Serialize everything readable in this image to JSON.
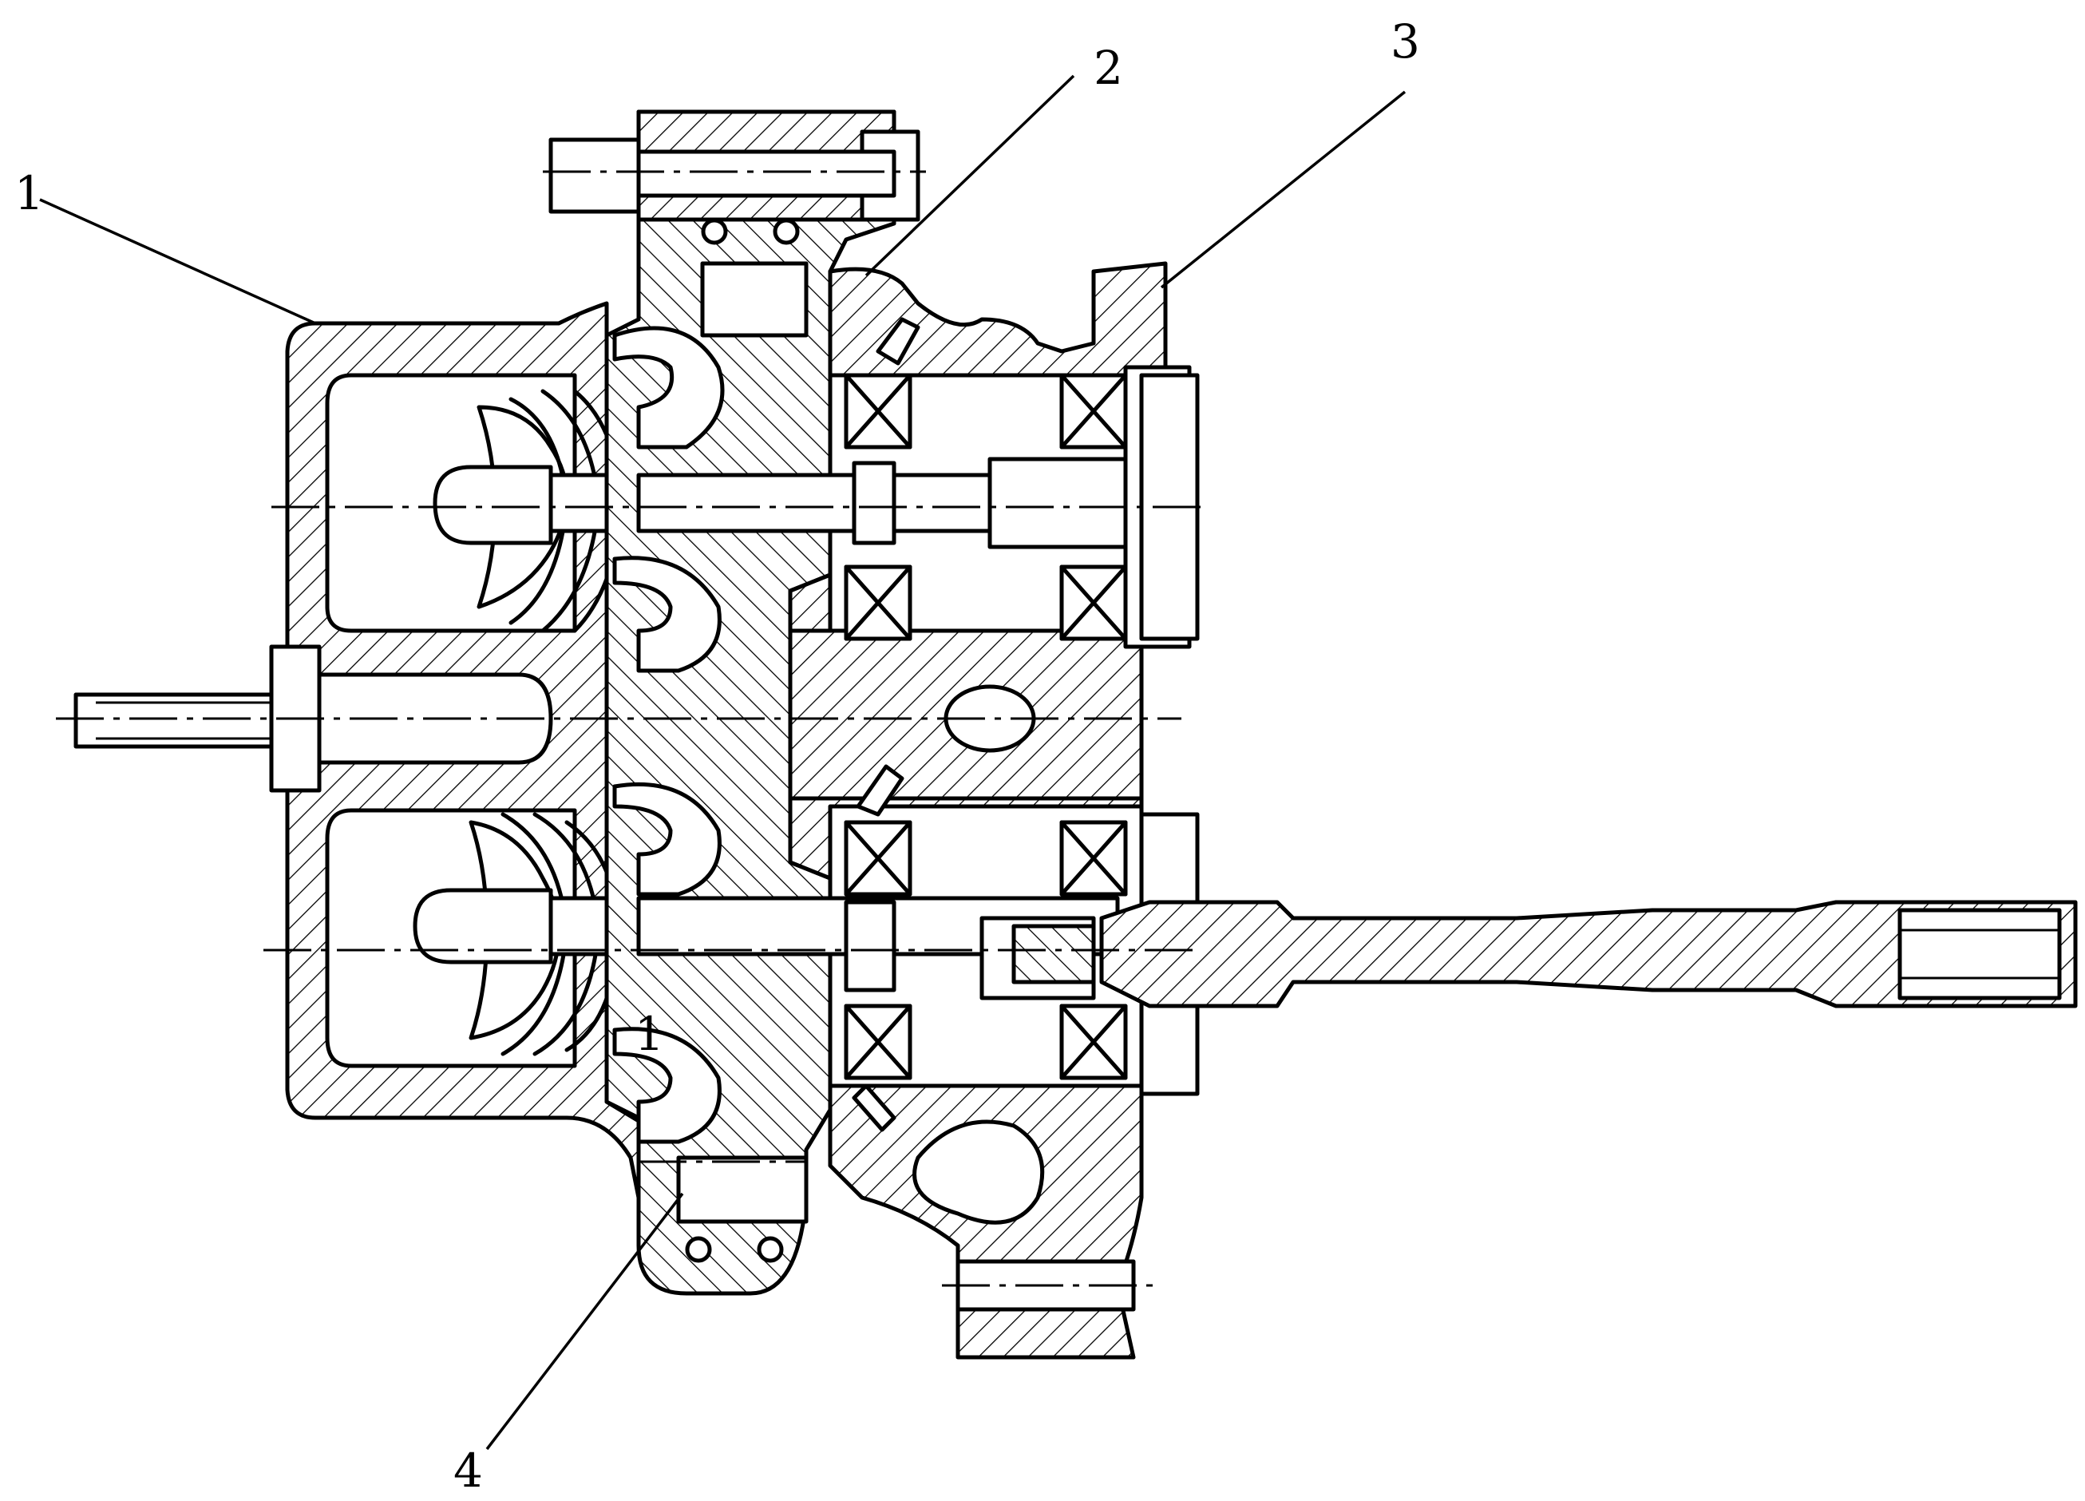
{
  "callouts": [
    {
      "label": "1"
    },
    {
      "label": "2"
    },
    {
      "label": "3"
    },
    {
      "label": "4"
    }
  ],
  "inner_marks": [
    {
      "label": "1"
    }
  ]
}
